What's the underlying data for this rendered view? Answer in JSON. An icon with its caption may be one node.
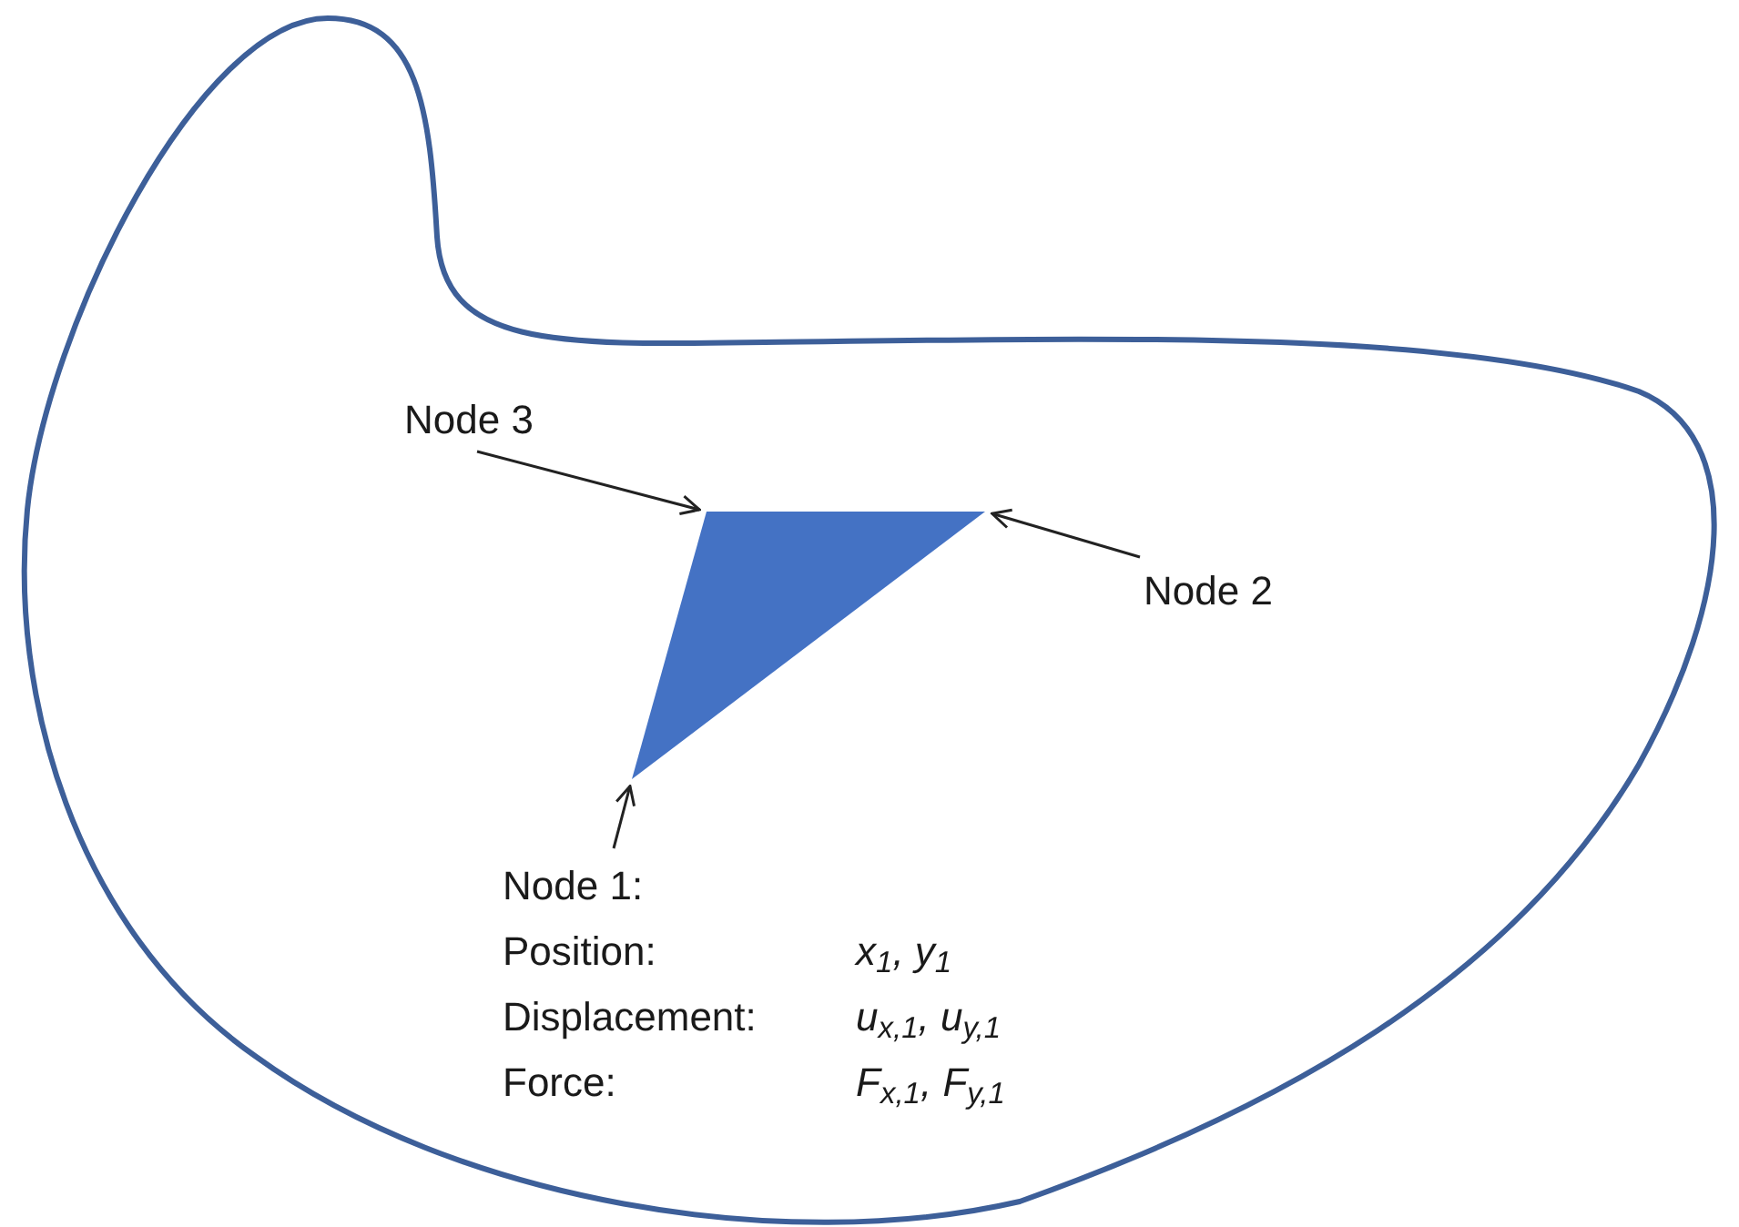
{
  "diagram": {
    "nodes": [
      {
        "text": [
          "Node 3"
        ]
      },
      {
        "text": [
          "Node 2"
        ]
      },
      {
        "text": [
          "Node 1:"
        ]
      },
      {
        "text": [],
        "shape": "triangle"
      }
    ],
    "edges": [
      {
        "from": 0,
        "to": 3,
        "arrow": "to"
      },
      {
        "from": 1,
        "to": 3,
        "arrow": "to"
      },
      {
        "from": 2,
        "to": 3,
        "arrow": "to"
      }
    ],
    "labels": [
      "Position:",
      "x$_{1}$, y$_{1}$",
      "Displacement:",
      "u$_{x,1}$, u$_{y,1}$",
      "Force:",
      "F$_{x,1}$, F$_{y,1}$"
    ]
  }
}
